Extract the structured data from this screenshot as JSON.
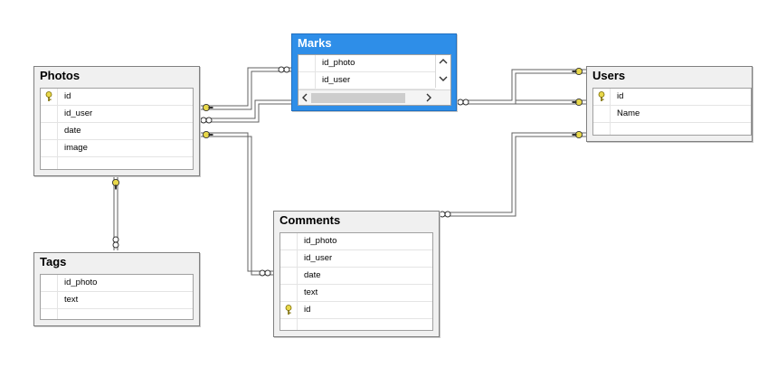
{
  "tables": {
    "photos": {
      "title": "Photos",
      "columns": [
        {
          "name": "id",
          "pk": true
        },
        {
          "name": "id_user",
          "pk": false
        },
        {
          "name": "date",
          "pk": false
        },
        {
          "name": "image",
          "pk": false
        }
      ]
    },
    "marks": {
      "title": "Marks",
      "selected": true,
      "columns": [
        {
          "name": "id_photo",
          "pk": false
        },
        {
          "name": "id_user",
          "pk": false
        }
      ]
    },
    "users": {
      "title": "Users",
      "columns": [
        {
          "name": "id",
          "pk": true
        },
        {
          "name": "Name",
          "pk": false
        }
      ]
    },
    "tags": {
      "title": "Tags",
      "columns": [
        {
          "name": "id_photo",
          "pk": false
        },
        {
          "name": "text",
          "pk": false
        }
      ]
    },
    "comments": {
      "title": "Comments",
      "columns": [
        {
          "name": "id_photo",
          "pk": false
        },
        {
          "name": "id_user",
          "pk": false
        },
        {
          "name": "date",
          "pk": false
        },
        {
          "name": "text",
          "pk": false
        },
        {
          "name": "id",
          "pk": true
        }
      ]
    }
  },
  "relationships": [
    {
      "from": "photos",
      "to": "marks",
      "one_end": "photos",
      "many_end": "marks"
    },
    {
      "from": "users",
      "to": "marks",
      "one_end": "users",
      "many_end": "marks"
    },
    {
      "from": "photos",
      "to": "tags",
      "one_end": "photos",
      "many_end": "tags"
    },
    {
      "from": "photos",
      "to": "comments",
      "one_end": "photos",
      "many_end": "comments"
    },
    {
      "from": "users",
      "to": "comments",
      "one_end": "users",
      "many_end": "comments"
    }
  ],
  "colors": {
    "key": "#e8d84a",
    "selected_header": "#2e8ee8",
    "line": "#606060"
  }
}
